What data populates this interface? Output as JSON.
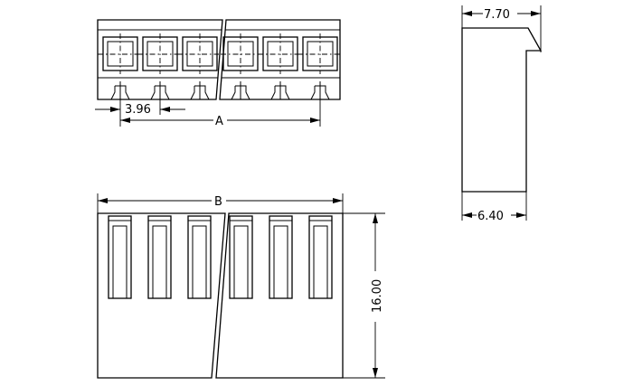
{
  "drawing": {
    "dimensions": {
      "pitch": "3.96",
      "length_a": "A",
      "length_b": "B",
      "height": "16.00",
      "top_width": "7.70",
      "bottom_width": "6.40"
    },
    "pin_count": 6
  }
}
